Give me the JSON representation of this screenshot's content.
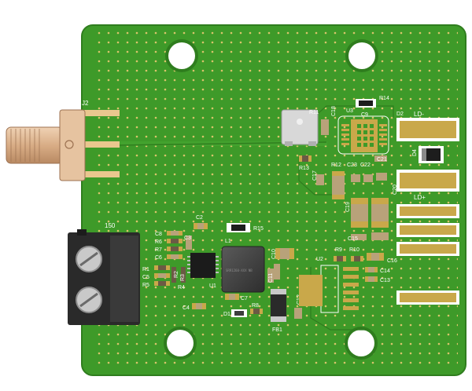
{
  "colors": {
    "board": "#3e9a29",
    "board_edge": "#2f7d1e",
    "copper_pad": "#c9a84a",
    "solder_mask_via": "#d9c46a",
    "hole": "#ffffff",
    "terminal_block": "#2a2a2a",
    "sma_body": "#e0bb99",
    "silkscreen": "#ffffff"
  },
  "labels": {
    "J2": "J2",
    "150": "150",
    "D2": "D2",
    "LD_minus": "LD-",
    "LD_plus": "LD+",
    "D4": "D4",
    "R14": "R14",
    "U3": "U3",
    "R11": "R11",
    "C18": "C18",
    "C9": "C9",
    "C21": "C21",
    "R13": "R13",
    "R12": "R12",
    "C23": "C23",
    "C22": "C22",
    "C17": "C17",
    "C19": "C19",
    "C20": "C20",
    "C15": "C15",
    "R9": "R9",
    "R10": "R10",
    "C16": "C16",
    "U2": "U2",
    "C14": "C14",
    "C13": "C13",
    "C12": "C12",
    "FB1": "FB1",
    "C11": "C11",
    "C10": "C10",
    "R15": "R15",
    "L1": "L1",
    "C2": "C2",
    "C3": "C3",
    "C8": "C8",
    "R6": "R6",
    "R7": "R7",
    "C6": "C6",
    "R1": "R1",
    "R2": "R2",
    "R3": "R3",
    "C5": "C5",
    "R5": "R5",
    "R4": "R4",
    "U1": "U1",
    "C4": "C4",
    "C7": "C7",
    "R8": "R8",
    "D1": "D1",
    "inductor_marking": "SRR1260-XXX NB"
  }
}
